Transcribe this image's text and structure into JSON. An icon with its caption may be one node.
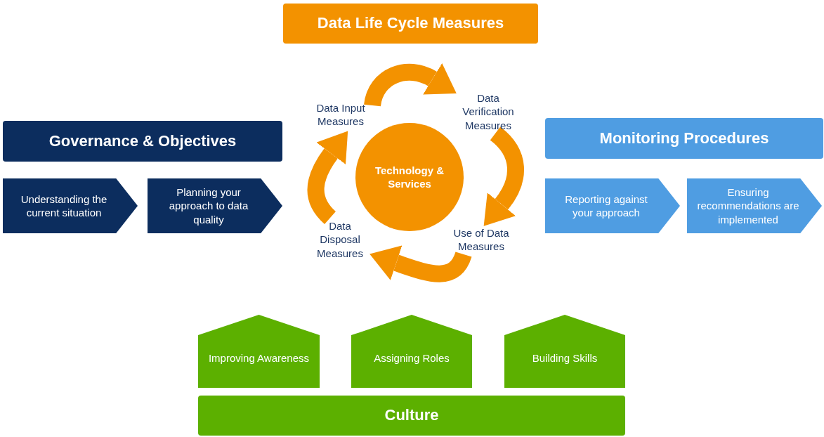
{
  "diagram": {
    "nodes": [
      {
        "text": [
          "Data Life Cycle Measures"
        ]
      },
      {
        "text": [
          "Governance & Objectives"
        ]
      },
      {
        "text": [
          "Understanding the current situation"
        ]
      },
      {
        "text": [
          "Planning your approach to data quality"
        ]
      },
      {
        "text": [
          "Monitoring Procedures"
        ]
      },
      {
        "text": [
          "Reporting against your approach"
        ]
      },
      {
        "text": [
          "Ensuring recommendations are implemented"
        ]
      },
      {
        "text": [
          "Technology & Services"
        ]
      },
      {
        "text": [
          "Data Input Measures"
        ]
      },
      {
        "text": [
          "Data Verification Measures"
        ]
      },
      {
        "text": [
          "Use of Data Measures"
        ]
      },
      {
        "text": [
          "Data Disposal Measures"
        ]
      },
      {
        "text": [
          "Improving Awareness"
        ]
      },
      {
        "text": [
          "Assigning Roles"
        ]
      },
      {
        "text": [
          "Building Skills"
        ]
      },
      {
        "text": [
          "Culture"
        ]
      }
    ],
    "edges": [
      {
        "from": 8,
        "to": 9,
        "arrow": "to"
      },
      {
        "from": 9,
        "to": 10,
        "arrow": "to"
      },
      {
        "from": 10,
        "to": 11,
        "arrow": "to"
      },
      {
        "from": 11,
        "to": 8,
        "arrow": "to"
      }
    ]
  }
}
